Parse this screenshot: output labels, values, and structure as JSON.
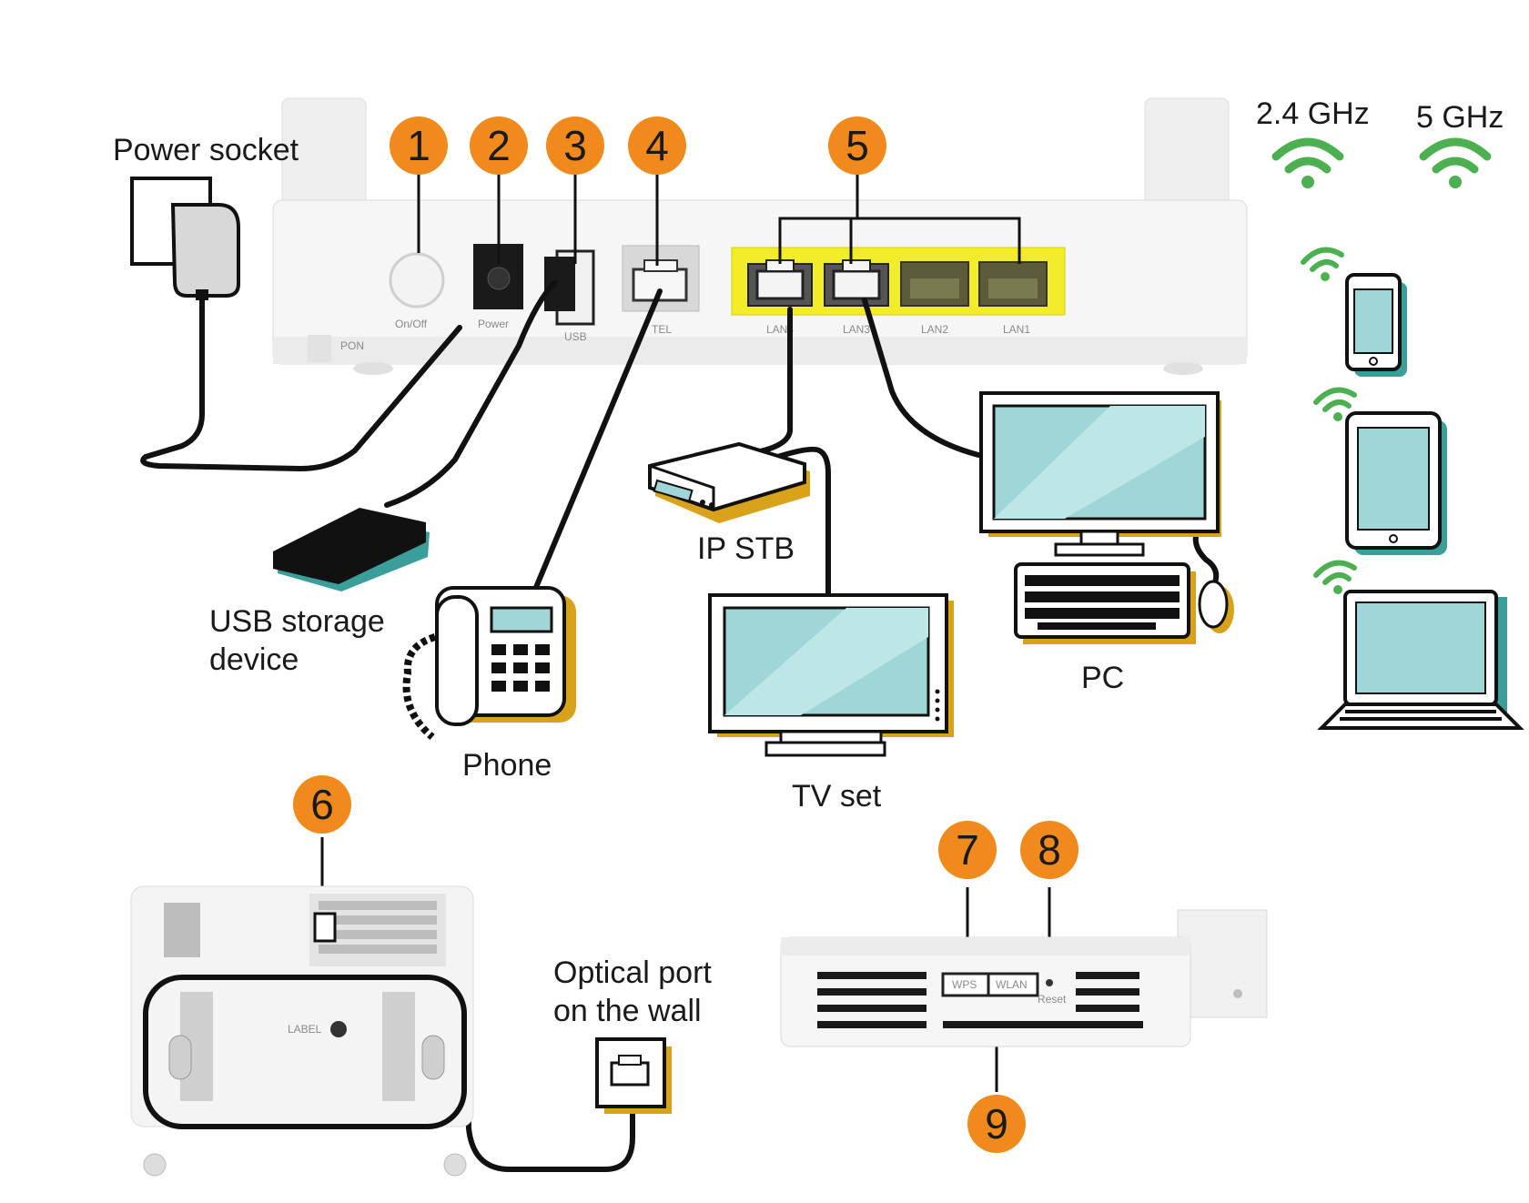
{
  "badges": [
    "1",
    "2",
    "3",
    "4",
    "5",
    "6",
    "7",
    "8",
    "9"
  ],
  "labels": {
    "power_socket": "Power socket",
    "usb_storage_line1": "USB storage",
    "usb_storage_line2": "device",
    "phone": "Phone",
    "ip_stb": "IP STB",
    "tv_set": "TV set",
    "pc": "PC",
    "optical_line1": "Optical port",
    "optical_line2": "on the wall",
    "wifi_24": "2.4 GHz",
    "wifi_5": "5 GHz"
  },
  "ports": {
    "pon": "PON",
    "onoff": "On/Off",
    "power": "Power",
    "usb": "USB",
    "tel": "TEL",
    "lan4": "LAN4",
    "lan3": "LAN3",
    "lan2": "LAN2",
    "lan1": "LAN1",
    "label": "LABEL",
    "wps": "WPS",
    "wlan": "WLAN",
    "reset": "Reset"
  },
  "colors": {
    "badge": "#f08a1c",
    "wifi": "#4caf50",
    "screen": "#9fd6d8",
    "shadow_teal": "#3a9e9a",
    "shadow_gold": "#d9a21b",
    "lan_highlight": "#f2ec2a",
    "cable": "#111111"
  }
}
